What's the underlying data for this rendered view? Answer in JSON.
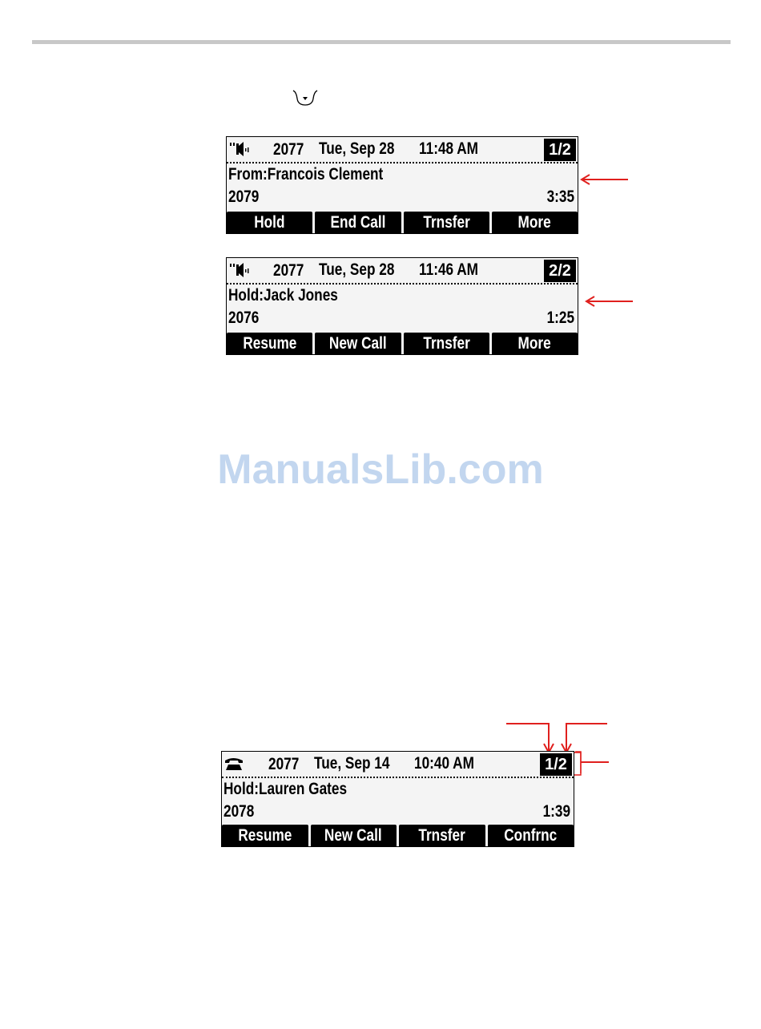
{
  "watermark": "ManualsLib.com",
  "colors": {
    "annotation": "#e0201e",
    "screen_bg": "#f4f4f4",
    "softkey_bg": "#000000"
  },
  "screens": [
    {
      "icon": "handsfree-speaker-icon",
      "status": {
        "extension": "2077",
        "date": "Tue, Sep 28",
        "time": "11:48 AM",
        "page": "1/2"
      },
      "call": {
        "line1": "From:Francois Clement",
        "number": "2079",
        "timer": "3:35"
      },
      "softkeys": [
        "Hold",
        "End Call",
        "Trnsfer",
        "More"
      ]
    },
    {
      "icon": "handsfree-speaker-icon",
      "status": {
        "extension": "2077",
        "date": "Tue, Sep 28",
        "time": "11:46 AM",
        "page": "2/2"
      },
      "call": {
        "line1": "Hold:Jack Jones",
        "number": "2076",
        "timer": "1:25"
      },
      "softkeys": [
        "Resume",
        "New Call",
        "Trnsfer",
        "More"
      ]
    },
    {
      "icon": "handset-icon",
      "status": {
        "extension": "2077",
        "date": "Tue, Sep 14",
        "time": "10:40 AM",
        "page": "1/2"
      },
      "call": {
        "line1": "Hold:Lauren Gates",
        "number": "2078",
        "timer": "1:39"
      },
      "softkeys": [
        "Resume",
        "New Call",
        "Trnsfer",
        "Confrnc"
      ]
    }
  ]
}
